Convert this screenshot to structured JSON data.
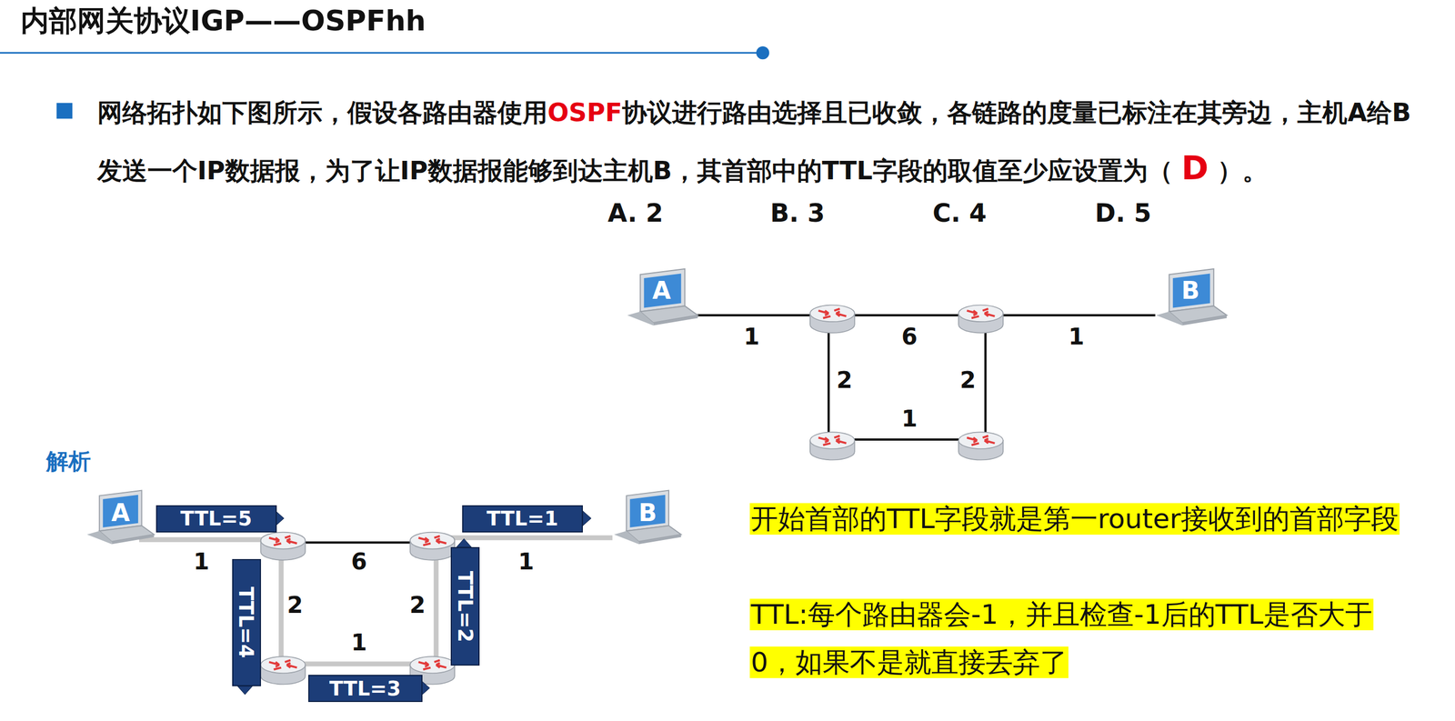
{
  "diagram": {
    "title": "内部网关协议IGP——OSPFhh",
    "nodes": [
      {
        "text": [
          "A"
        ]
      },
      {
        "text": [
          "B"
        ]
      },
      {
        "text": [
          "A"
        ]
      },
      {
        "text": [
          "TTL=5"
        ]
      },
      {
        "text": [
          "TTL=4"
        ]
      },
      {
        "text": [
          "TTL=3"
        ]
      },
      {
        "text": [
          "TTL=2"
        ]
      },
      {
        "text": [
          "TTL=1"
        ]
      },
      {
        "text": [
          "B"
        ]
      }
    ],
    "labels": [
      "网络拓扑如下图所示，假设各路由器使用",
      "OSPF",
      "协议进行路由选择且已收敛，各链路的度量已标注在其旁边，主机A给B发送一个IP数据报，为了让IP数据报能够到达主机B，其首部中的TTL字段的取值至少应设置为（ ",
      "D",
      " ）。",
      "A. 2",
      "B. 3",
      "C. 4",
      "D. 5",
      "1",
      "6",
      "1",
      "2",
      "2",
      "1",
      "解析",
      "1",
      "6",
      "1",
      "2",
      "2",
      "1",
      "开始首部的TTL字段就是第一router接收到的首部字段",
      "TTL:每个路由器会-1，并且检查-1后的TTL是否大于0，如果不是就直接丢弃了"
    ]
  }
}
